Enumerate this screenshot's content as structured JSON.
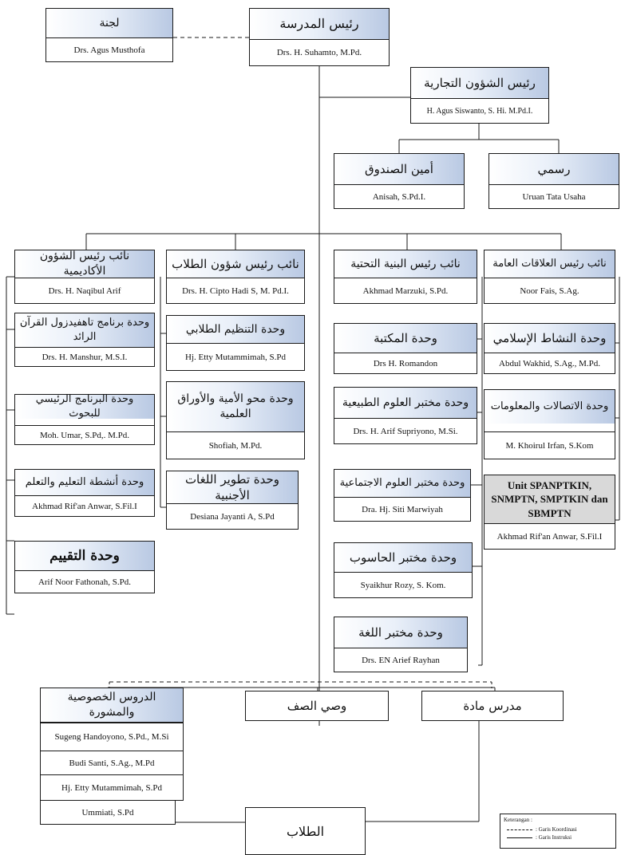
{
  "headmaster": {
    "title": "رئيس المدرسة",
    "name": "Drs. H. Suhamto, M.Pd."
  },
  "committee": {
    "title": "لجنة",
    "name": "Drs. Agus Musthofa"
  },
  "business_head": {
    "title": "رئيس الشؤون التجارية",
    "name": "H. Agus Siswanto, S. Hi. M.Pd.I."
  },
  "treasurer": {
    "title": "أمين الصندوق",
    "name": "Anisah, S.Pd.I."
  },
  "official": {
    "title": "رسمي",
    "name": "Uruan Tata Usaha"
  },
  "col_academic": {
    "head": {
      "title": "نائب رئيس الشؤون الأكاديمية",
      "name": "Drs. H. Naqibul Arif"
    },
    "units": [
      {
        "title": "وحدة برنامج تاهفيدزول القرآن الرائد",
        "name": "Drs. H. Manshur, M.S.I."
      },
      {
        "title": "وحدة البرنامج الرئيسي للبحوث",
        "name": "Moh. Umar, S.Pd,. M.Pd."
      },
      {
        "title": "وحدة أنشطة التعليم والتعلم",
        "name": "Akhmad Rif'an Anwar, S.Fil.I"
      },
      {
        "title": "وحدة التقييم",
        "name": "Arif Noor Fathonah, S.Pd."
      }
    ]
  },
  "col_student": {
    "head": {
      "title": "نائب رئيس شؤون الطلاب",
      "name": "Drs. H. Cipto Hadi S, M. Pd.I."
    },
    "units": [
      {
        "title": "وحدة التنظيم الطلابي",
        "name": "Hj. Etty Mutammimah, S.Pd"
      },
      {
        "title": "وحدة محو الأمية والأوراق العلمية",
        "name": "Shofiah, M.Pd."
      },
      {
        "title": "وحدة تطوير اللغات الأجنبية",
        "name": "Desiana Jayanti A, S.Pd"
      }
    ]
  },
  "col_infra": {
    "head": {
      "title": "نائب رئيس البنية التحتية",
      "name": "Akhmad Marzuki, S.Pd."
    },
    "units": [
      {
        "title": "وحدة المكتبة",
        "name": "Drs H. Romandon"
      },
      {
        "title": "وحدة مختبر العلوم الطبيعية",
        "name": "Drs. H. Arif Supriyono, M.Si."
      },
      {
        "title": "وحدة مختبر العلوم الاجتماعية",
        "name": "Dra. Hj. Siti Marwiyah"
      },
      {
        "title": "وحدة مختبر الحاسوب",
        "name": "Syaikhur Rozy, S. Kom."
      },
      {
        "title": "وحدة مختبر اللغة",
        "name": "Drs. EN Arief Rayhan"
      }
    ]
  },
  "col_public": {
    "head": {
      "title": "نائب رئيس العلاقات العامة",
      "name": "Noor Fais, S.Ag."
    },
    "units": [
      {
        "title": "وحدة النشاط الإسلامي",
        "name": "Abdul Wakhid, S.Ag., M.Pd."
      },
      {
        "title": "وحدة الاتصالات والمعلومات",
        "name": "M. Khoirul Irfan, S.Kom"
      },
      {
        "title": "Unit SPANPTKIN, SNMPTN, SMPTKIN dan SBMPTN",
        "name": "Akhmad Rif'an Anwar, S.Fil.I"
      }
    ]
  },
  "counseling": {
    "title": "الدروس الخصوصية والمشورة",
    "names": [
      "Sugeng Handoyono, S.Pd., M.Si",
      "Budi Santi, S.Ag., M.Pd",
      "Hj. Etty Mutammimah, S.Pd",
      "Ummiati, S.Pd"
    ]
  },
  "homeroom": {
    "title": "وصي الصف"
  },
  "subject_teacher": {
    "title": "مدرس مادة"
  },
  "students": {
    "title": "الطلاب"
  },
  "legend": {
    "title": "Keterangan :",
    "coordination": ": Garis Koordinasi",
    "instruction": ": Garis Instruksi"
  },
  "colors": {
    "header_accent": "#b9c9e3",
    "special_unit": "#d9d9d9",
    "line": "#1a1a1a"
  }
}
